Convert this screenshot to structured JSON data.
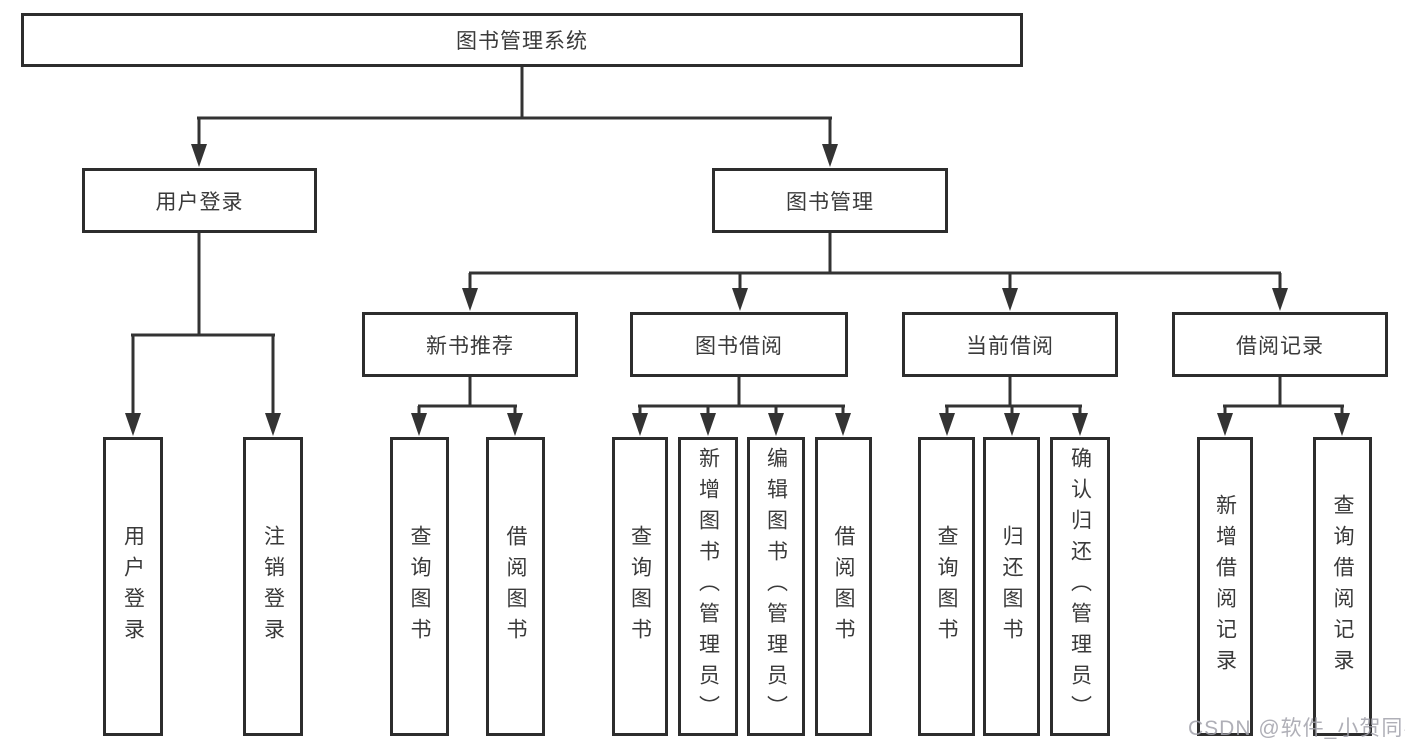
{
  "diagram": {
    "root": {
      "label": "图书管理系统"
    },
    "level2": [
      {
        "label": "用户登录",
        "children": [
          {
            "label": "用户登录"
          },
          {
            "label": "注销登录"
          }
        ]
      },
      {
        "label": "图书管理",
        "children": [
          {
            "label": "新书推荐",
            "children": [
              {
                "label": "查询图书"
              },
              {
                "label": "借阅图书"
              }
            ]
          },
          {
            "label": "图书借阅",
            "children": [
              {
                "label": "查询图书"
              },
              {
                "label": "新增图书（管理员）"
              },
              {
                "label": "编辑图书（管理员）"
              },
              {
                "label": "借阅图书"
              }
            ]
          },
          {
            "label": "当前借阅",
            "children": [
              {
                "label": "查询图书"
              },
              {
                "label": "归还图书"
              },
              {
                "label": "确认归还（管理员）"
              }
            ]
          },
          {
            "label": "借阅记录",
            "children": [
              {
                "label": "新增借阅记录"
              },
              {
                "label": "查询借阅记录"
              }
            ]
          }
        ]
      }
    ]
  },
  "watermark": {
    "text": "CSDN @软件_小贺同学"
  },
  "colors": {
    "line": "#333333",
    "box_border": "#2d2d2d",
    "text": "#3a3a3a",
    "watermark": "#a2a2ab",
    "background": "#ffffff"
  }
}
